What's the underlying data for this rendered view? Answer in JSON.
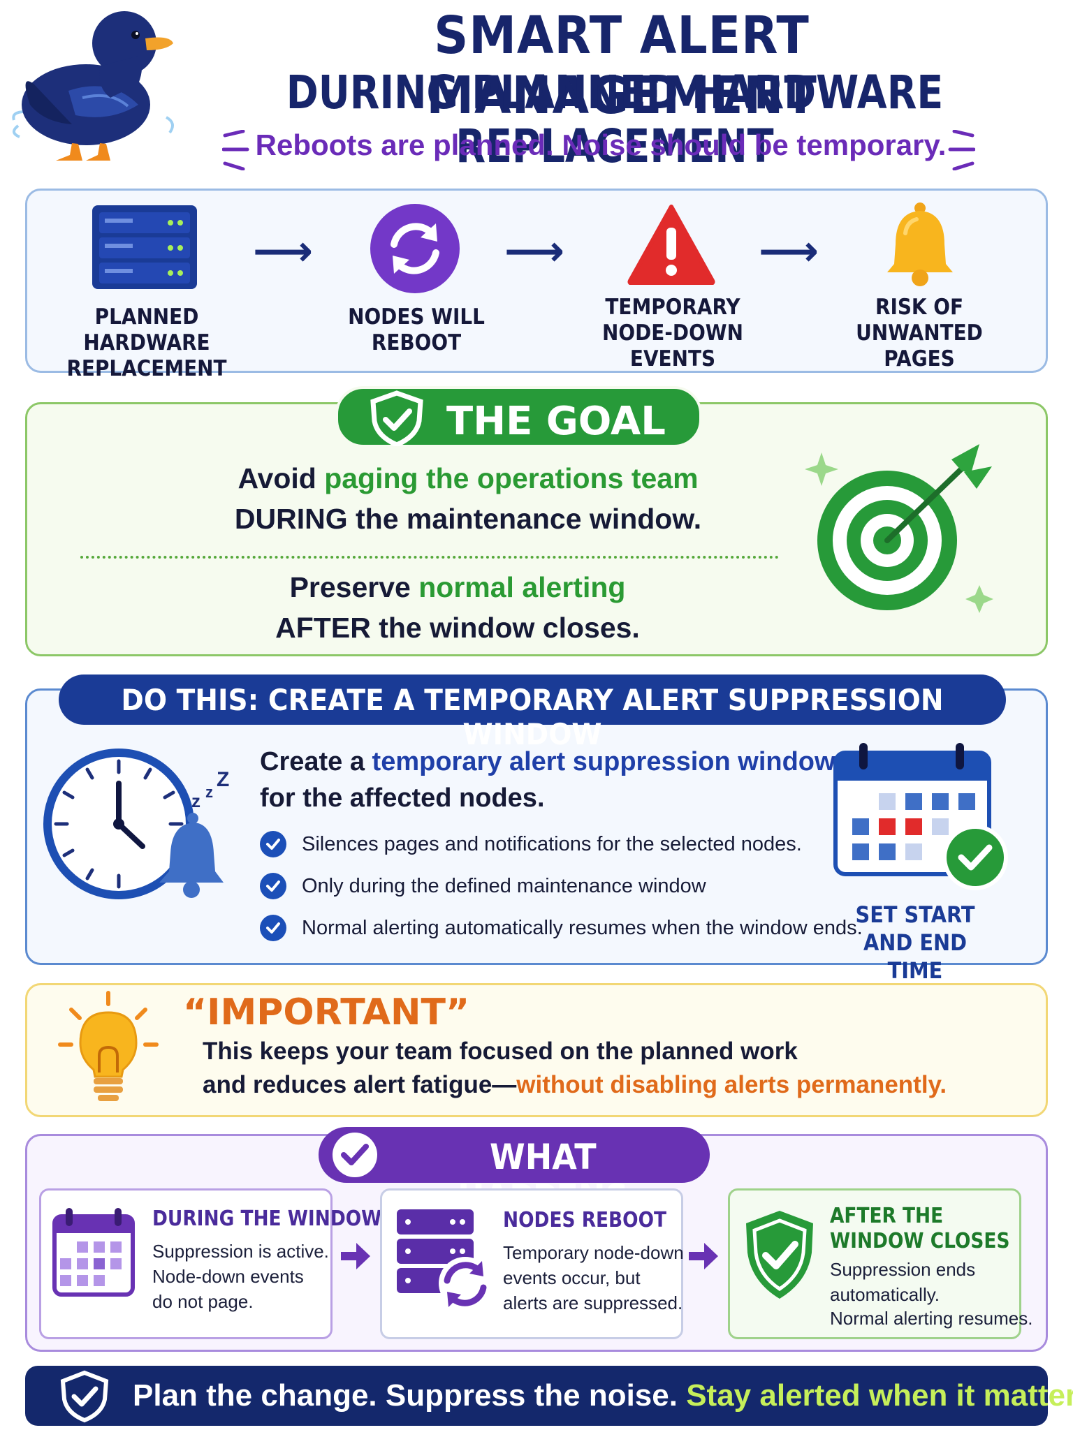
{
  "header": {
    "title_line1": "SMART ALERT MANAGEMENT",
    "title_line2": "DURING PLANNED HARDWARE REPLACEMENT",
    "subtitle": "Reboots are planned. Noise should be temporary."
  },
  "flow": {
    "steps": [
      {
        "icon": "server-rack-icon",
        "line1": "PLANNED HARDWARE",
        "line2": "REPLACEMENT",
        "line3": ""
      },
      {
        "icon": "refresh-icon",
        "line1": "NODES WILL",
        "line2": "REBOOT",
        "line3": ""
      },
      {
        "icon": "warning-icon",
        "line1": "TEMPORARY",
        "line2": "NODE-DOWN",
        "line3": "EVENTS"
      },
      {
        "icon": "bell-icon",
        "line1": "RISK OF",
        "line2": "UNWANTED",
        "line3": "PAGES"
      }
    ]
  },
  "goal": {
    "heading": "THE GOAL",
    "line1_pre": "Avoid ",
    "line1_highlight": "paging the operations team",
    "line2": "DURING the maintenance window.",
    "line3_pre": "Preserve ",
    "line3_highlight": "normal alerting",
    "line4": "AFTER the window closes."
  },
  "do_this": {
    "heading": "DO THIS: CREATE A TEMPORARY ALERT SUPPRESSION WINDOW",
    "intro_pre": "Create a ",
    "intro_highlight": "temporary alert suppression window",
    "intro_line2": "for the affected nodes.",
    "bullets": [
      "Silences pages and notifications for the selected nodes.",
      "Only during the defined maintenance window",
      "Normal alerting automatically resumes when the window ends."
    ],
    "calendar_caption_line1": "SET START",
    "calendar_caption_line2": "AND END TIME"
  },
  "important": {
    "heading": "“IMPORTANT”",
    "line1": "This keeps your team focused on the planned work",
    "line2_pre": "and reduces alert fatigue—",
    "line2_highlight": "without disabling alerts permanently."
  },
  "what_happens": {
    "heading": "WHAT HAPPENS",
    "steps": [
      {
        "title1": "DURING THE WINDOW",
        "title2": "",
        "text": [
          "Suppression is active.",
          "Node-down events",
          "do not page."
        ]
      },
      {
        "title1": "NODES REBOOT",
        "title2": "",
        "text": [
          "Temporary node-down",
          "events occur, but",
          "alerts are suppressed."
        ]
      },
      {
        "title1": "AFTER THE",
        "title2": "WINDOW CLOSES",
        "text": [
          "Suppression ends",
          "automatically.",
          "Normal alerting resumes."
        ]
      }
    ]
  },
  "footer": {
    "pre": "Plan the change. Suppress the noise. ",
    "highlight": "Stay alerted when it matters."
  },
  "colors": {
    "navy": "#17256b",
    "purple": "#6832b3",
    "green": "#279a39",
    "blue": "#1a3b96",
    "orange": "#e06a1a",
    "lime": "#c6ef5a"
  }
}
